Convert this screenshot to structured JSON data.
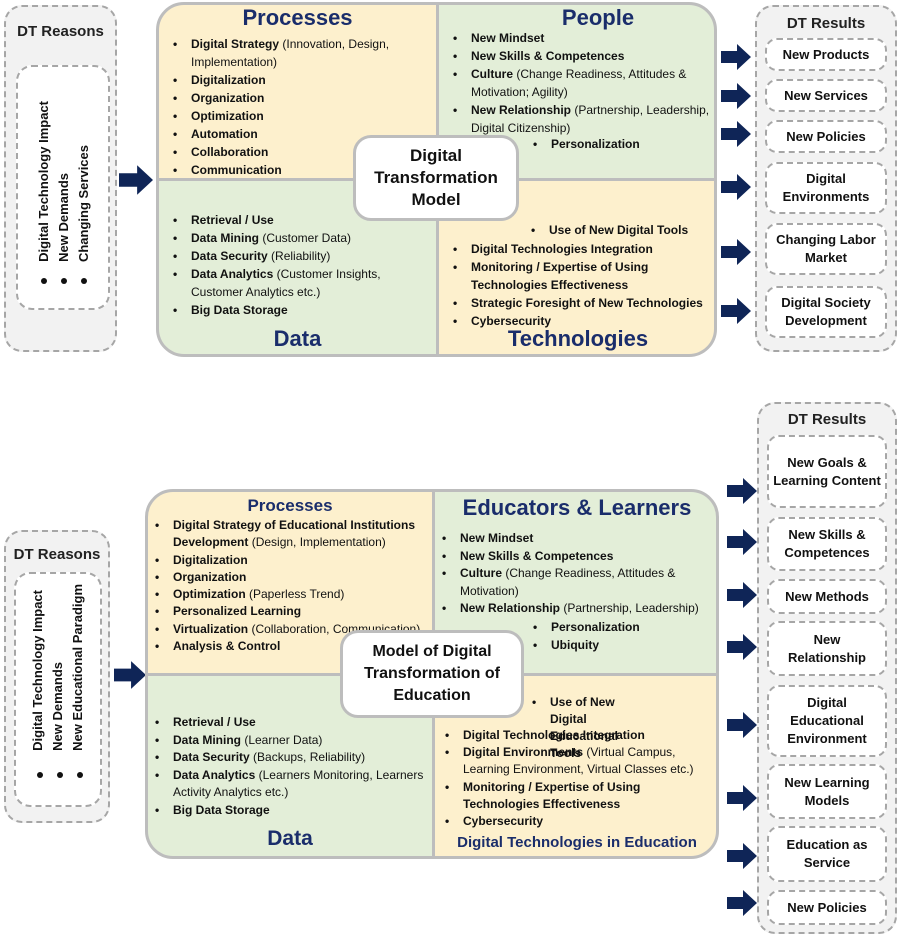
{
  "colors": {
    "title_blue": "#1a2d6b",
    "arrow_navy": "#0f2557",
    "yellow_fill": "#fdf0cd",
    "green_fill": "#e3eed8",
    "panel_gray": "#f2f2f2",
    "border_gray": "#a6a6a6"
  },
  "top": {
    "reasons": {
      "title": "DT Reasons",
      "items": [
        "Digital Technology Impact",
        "New Demands",
        "Changing Services"
      ],
      "ellipsis": "• • •"
    },
    "center_label": "Digital Transformation Model",
    "processes": {
      "title": "Processes",
      "items": [
        {
          "bold": "Digital Strategy",
          "rest": " (Innovation, Design, Implementation)"
        },
        {
          "bold": "Digitalization",
          "rest": ""
        },
        {
          "bold": "Organization",
          "rest": ""
        },
        {
          "bold": "Optimization",
          "rest": ""
        },
        {
          "bold": "Automation",
          "rest": ""
        },
        {
          "bold": "Collaboration",
          "rest": ""
        },
        {
          "bold": "Communication",
          "rest": ""
        }
      ]
    },
    "people": {
      "title": "People",
      "items": [
        {
          "bold": "New Mindset",
          "rest": ""
        },
        {
          "bold": "New Skills & Competences",
          "rest": ""
        },
        {
          "bold": "Culture",
          "rest": " (Change Readiness, Attitudes & Motivation; Agility)"
        },
        {
          "bold": "New Relationship",
          "rest": " (Partnership, Leadership, Digital Citizenship)"
        }
      ],
      "extra": "Personalization"
    },
    "data": {
      "title": "Data",
      "items": [
        {
          "bold": "Retrieval / Use",
          "rest": ""
        },
        {
          "bold": "Data Mining",
          "rest": " (Customer Data)"
        },
        {
          "bold": "Data Security",
          "rest": " (Reliability)"
        },
        {
          "bold": "Data Analytics",
          "rest": " (Customer Insights, Customer Analytics etc.)"
        },
        {
          "bold": "Big Data Storage",
          "rest": ""
        }
      ]
    },
    "technologies": {
      "title": "Technologies",
      "extra": "Use of New Digital Tools",
      "items": [
        {
          "bold": "Digital Technologies Integration",
          "rest": ""
        },
        {
          "bold": "Monitoring / Expertise of Using Technologies Effectiveness",
          "rest": ""
        },
        {
          "bold": "Strategic Foresight of New Technologies",
          "rest": ""
        },
        {
          "bold": "Cybersecurity",
          "rest": ""
        }
      ]
    },
    "results": {
      "title": "DT Results",
      "items": [
        "New Products",
        "New Services",
        "New Policies",
        "Digital Environments",
        "Changing Labor Market",
        "Digital Society Development"
      ]
    }
  },
  "bottom": {
    "reasons": {
      "title": "DT Reasons",
      "items": [
        "Digital Technology Impact",
        "New Demands",
        "New Educational Paradigm"
      ],
      "ellipsis": "• • •"
    },
    "center_label": "Model of Digital Transformation of Education",
    "processes": {
      "title": "Processes",
      "items": [
        {
          "bold": "Digital Strategy of Educational Institutions Development",
          "rest": " (Design, Implementation)"
        },
        {
          "bold": "Digitalization",
          "rest": ""
        },
        {
          "bold": "Organization",
          "rest": ""
        },
        {
          "bold": "Optimization",
          "rest": " (Paperless Trend)"
        },
        {
          "bold": "Personalized Learning",
          "rest": ""
        },
        {
          "bold": "Virtualization",
          "rest": " (Collaboration, Communication)"
        },
        {
          "bold": "Analysis & Control",
          "rest": ""
        }
      ]
    },
    "people": {
      "title": "Educators & Learners",
      "items": [
        {
          "bold": "New Mindset",
          "rest": ""
        },
        {
          "bold": "New Skills & Competences",
          "rest": ""
        },
        {
          "bold": "Culture",
          "rest": " (Change Readiness, Attitudes & Motivation)"
        },
        {
          "bold": "New Relationship",
          "rest": " (Partnership, Leadership)"
        }
      ],
      "extras": [
        "Personalization",
        "Ubiquity"
      ]
    },
    "data": {
      "title": "Data",
      "items": [
        {
          "bold": "Retrieval / Use",
          "rest": ""
        },
        {
          "bold": "Data Mining",
          "rest": " (Learner Data)"
        },
        {
          "bold": "Data Security",
          "rest": " (Backups, Reliability)"
        },
        {
          "bold": "Data Analytics",
          "rest": " (Learners Monitoring, Learners Activity Analytics etc.)"
        },
        {
          "bold": "Big Data Storage",
          "rest": ""
        }
      ]
    },
    "technologies": {
      "title": "Digital Technologies in Education",
      "extra": "Use of New Digital Educational Tools",
      "items": [
        {
          "bold": "Digital Technologies Integration",
          "rest": ""
        },
        {
          "bold": "Digital Environments",
          "rest": " (Virtual Campus, Learning Environment, Virtual Classes etc.)"
        },
        {
          "bold": "Monitoring / Expertise of Using Technologies Effectiveness",
          "rest": ""
        },
        {
          "bold": "Cybersecurity",
          "rest": ""
        }
      ]
    },
    "results": {
      "title": "DT Results",
      "items": [
        "New Goals & Learning Content",
        "New Skills & Competences",
        "New Methods",
        "New Relationship",
        "Digital Educational Environment",
        "New Learning Models",
        "Education as Service",
        "New Policies"
      ]
    }
  }
}
